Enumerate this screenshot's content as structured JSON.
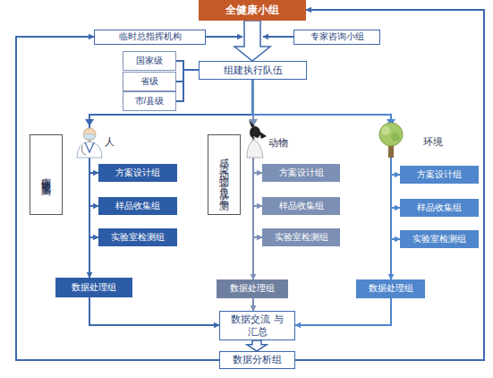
{
  "diagram": {
    "nodes": [
      {
        "text": [
          "全健康小组"
        ]
      },
      {
        "text": [
          "临时总指挥机构"
        ]
      },
      {
        "text": [
          "专家咨询小组"
        ]
      },
      {
        "text": [
          "国家级"
        ]
      },
      {
        "text": [
          "省级"
        ]
      },
      {
        "text": [
          "市/县级"
        ]
      },
      {
        "text": [
          "组建执行队伍"
        ]
      },
      {
        "text": [
          "病例常规监测"
        ]
      },
      {
        "text": [
          "方案设计组"
        ]
      },
      {
        "text": [
          "样品收集组"
        ]
      },
      {
        "text": [
          "实验室检测组"
        ]
      },
      {
        "text": [
          "感染动物常规监测"
        ]
      },
      {
        "text": [
          "方案设计组"
        ]
      },
      {
        "text": [
          "样品收集组"
        ]
      },
      {
        "text": [
          "实验室检测组"
        ]
      },
      {
        "text": [
          "方案设计组"
        ]
      },
      {
        "text": [
          "样品收集组"
        ]
      },
      {
        "text": [
          "实验室检测组"
        ]
      },
      {
        "text": [
          "数据处理组"
        ]
      },
      {
        "text": [
          "数据处理组"
        ]
      },
      {
        "text": [
          "数据处理组"
        ]
      },
      {
        "text": [
          "数据交流 与汇总"
        ]
      },
      {
        "text": [
          "数据分析组"
        ]
      }
    ],
    "edges": [
      {
        "from": 0,
        "to": 6,
        "arrow": "to"
      },
      {
        "from": 1,
        "to": 6,
        "arrow": "to"
      },
      {
        "from": 2,
        "to": 6,
        "arrow": "to"
      },
      {
        "from": 3,
        "to": 6,
        "arrow": "none"
      },
      {
        "from": 4,
        "to": 6,
        "arrow": "none"
      },
      {
        "from": 5,
        "to": 6,
        "arrow": "none"
      },
      {
        "from": 6,
        "to": 8,
        "arrow": "to"
      },
      {
        "from": 6,
        "to": 9,
        "arrow": "to"
      },
      {
        "from": 6,
        "to": 10,
        "arrow": "to"
      },
      {
        "from": 6,
        "to": 18,
        "arrow": "to"
      },
      {
        "from": 6,
        "to": 12,
        "arrow": "to"
      },
      {
        "from": 6,
        "to": 13,
        "arrow": "to"
      },
      {
        "from": 6,
        "to": 14,
        "arrow": "to"
      },
      {
        "from": 6,
        "to": 19,
        "arrow": "to"
      },
      {
        "from": 6,
        "to": 15,
        "arrow": "to"
      },
      {
        "from": 6,
        "to": 16,
        "arrow": "to"
      },
      {
        "from": 6,
        "to": 17,
        "arrow": "to"
      },
      {
        "from": 6,
        "to": 20,
        "arrow": "to"
      },
      {
        "from": 18,
        "to": 21,
        "arrow": "to"
      },
      {
        "from": 19,
        "to": 21,
        "arrow": "to"
      },
      {
        "from": 20,
        "to": 21,
        "arrow": "to"
      },
      {
        "from": 21,
        "to": 22,
        "arrow": "to"
      },
      {
        "from": 22,
        "to": 1,
        "arrow": "to"
      },
      {
        "from": 22,
        "to": 0,
        "arrow": "to"
      }
    ],
    "labels": [
      "人",
      "动物",
      "环境"
    ]
  }
}
